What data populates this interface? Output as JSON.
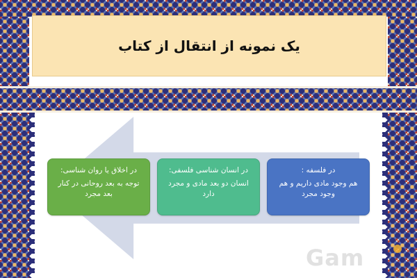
{
  "slide": {
    "title": "یک نمونه از انتقال از کتاب"
  },
  "cards": [
    {
      "heading": "در اخلاق یا روان شناسی:",
      "body": "توجه به بعد روحانی در کنار بعد مجرد",
      "color": "#6aaf48"
    },
    {
      "heading": "در انسان شناسی فلسفی:",
      "body": "انسان دو بعد مادی و مجرد دارد",
      "color": "#4fbc8e"
    },
    {
      "heading": "در فلسفه :",
      "body": "هم وجود مادی داریم و هم وجود مجرد",
      "color": "#4a74c4"
    }
  ],
  "arrow": {
    "direction": "left",
    "color": "#d3d9e8"
  },
  "title_background": "#fbe4b3",
  "ornament_colors": [
    "#2c2f7a",
    "#b6473a",
    "#e8b86a",
    "#f3e6cf"
  ],
  "watermark": {
    "text": "Gam"
  }
}
